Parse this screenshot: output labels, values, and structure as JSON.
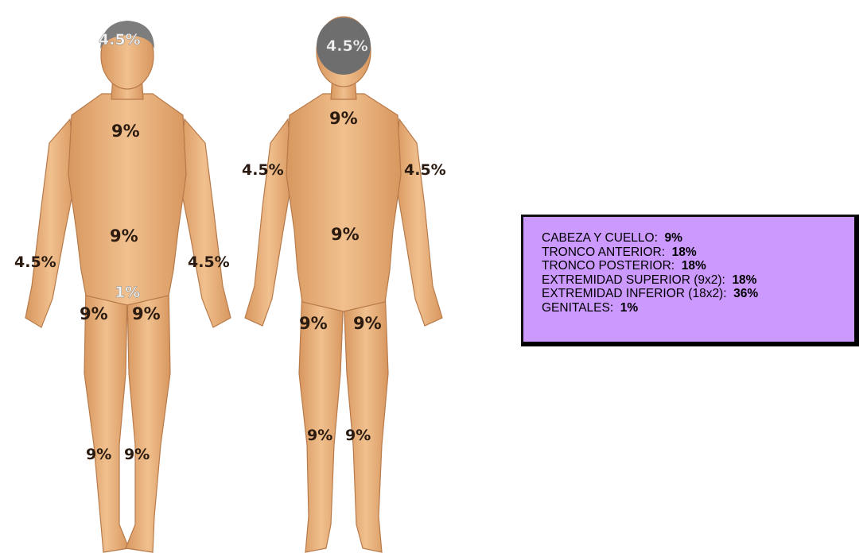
{
  "colors": {
    "panel_bg": "#cc99ff",
    "skin": "#ebb585",
    "skin_shadow": "#c98a58",
    "hair": "#7d7d7d"
  },
  "front_figure": {
    "head": "4.5%",
    "chest": "9%",
    "abdomen": "9%",
    "left_arm": "4.5%",
    "right_arm": "4.5%",
    "genitals": "1%",
    "left_thigh": "9%",
    "right_thigh": "9%",
    "left_shin": "9%",
    "right_shin": "9%"
  },
  "back_figure": {
    "head": "4.5%",
    "upper_back": "9%",
    "left_arm": "4.5%",
    "right_arm": "4.5%",
    "lower_back": "9%",
    "left_thigh": "9%",
    "right_thigh": "9%",
    "left_calf": "9%",
    "right_calf": "9%"
  },
  "legend": {
    "rows": [
      {
        "label": "CABEZA Y CUELLO:",
        "value": "9%"
      },
      {
        "label": "TRONCO ANTERIOR:",
        "value": "18%"
      },
      {
        "label": "TRONCO POSTERIOR:",
        "value": "18%"
      },
      {
        "label": "EXTREMIDAD SUPERIOR (9x2):",
        "value": "18%"
      },
      {
        "label": "EXTREMIDAD INFERIOR (18x2):",
        "value": "36%"
      },
      {
        "label": "GENITALES:",
        "value": "1%"
      }
    ]
  }
}
